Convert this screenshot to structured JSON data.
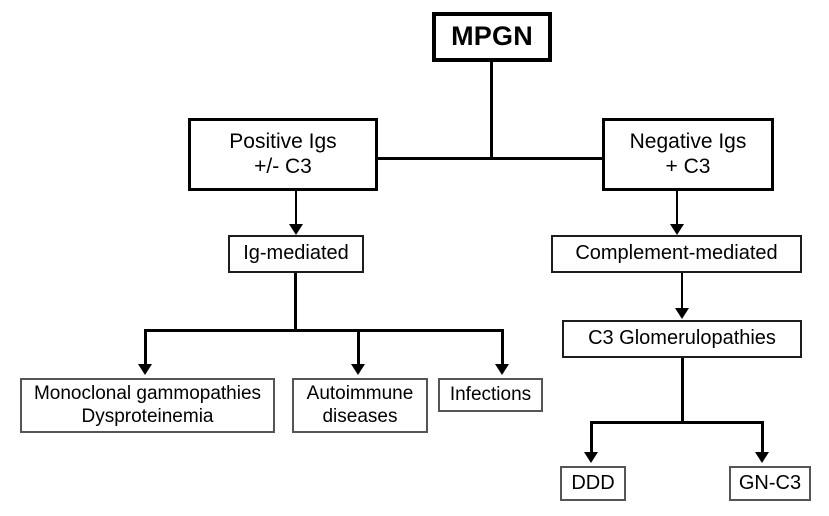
{
  "diagram": {
    "title": "MPGN classification flowchart",
    "colors": {
      "background": "#ffffff",
      "stroke": "#000000",
      "leaf_stroke": "#555555",
      "text": "#000000"
    },
    "nodes": {
      "root": {
        "label": "MPGN"
      },
      "positive_igs": {
        "label": "Positive Igs\n+/- C3"
      },
      "negative_igs": {
        "label": "Negative Igs\n+ C3"
      },
      "ig_mediated": {
        "label": "Ig-mediated"
      },
      "complement_mediated": {
        "label": "Complement-mediated"
      },
      "c3_glomerulopathies": {
        "label": "C3 Glomerulopathies"
      },
      "monoclonal": {
        "label": "Monoclonal gammopathies\nDysproteinemia"
      },
      "autoimmune": {
        "label": "Autoimmune\ndiseases"
      },
      "infections": {
        "label": "Infections"
      },
      "ddd": {
        "label": "DDD"
      },
      "gn_c3": {
        "label": "GN-C3"
      }
    }
  }
}
